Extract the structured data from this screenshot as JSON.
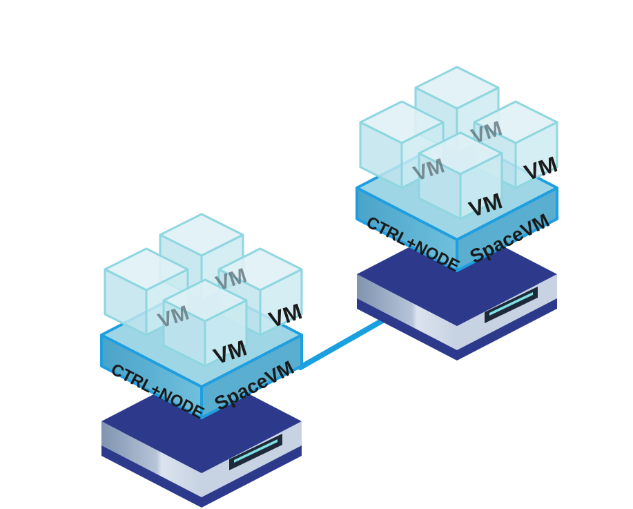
{
  "nodes": [
    {
      "vm_labels": [
        "VM",
        "VM",
        "VM",
        "VM"
      ],
      "role_label": "CTRL+NODE",
      "product_label": "SpaceVM"
    },
    {
      "vm_labels": [
        "VM",
        "VM",
        "VM",
        "VM"
      ],
      "role_label": "CTRL+NODE",
      "product_label": "SpaceVM"
    }
  ],
  "colors": {
    "link": "#1aa0df",
    "platform_band": "#5aaed0",
    "platform_edge": "#1f9ee0",
    "server_top": "#2d3a8c",
    "server_body_light": "#c7d2e2",
    "server_body_dark": "#7f94b0",
    "drive_slot": "#1e2a3a",
    "drive_led": "#7fe0e6",
    "vm_cube_fill": "#dff1f5",
    "vm_cube_stroke": "#8ed6e0",
    "label_text": "#1a1a1a"
  }
}
